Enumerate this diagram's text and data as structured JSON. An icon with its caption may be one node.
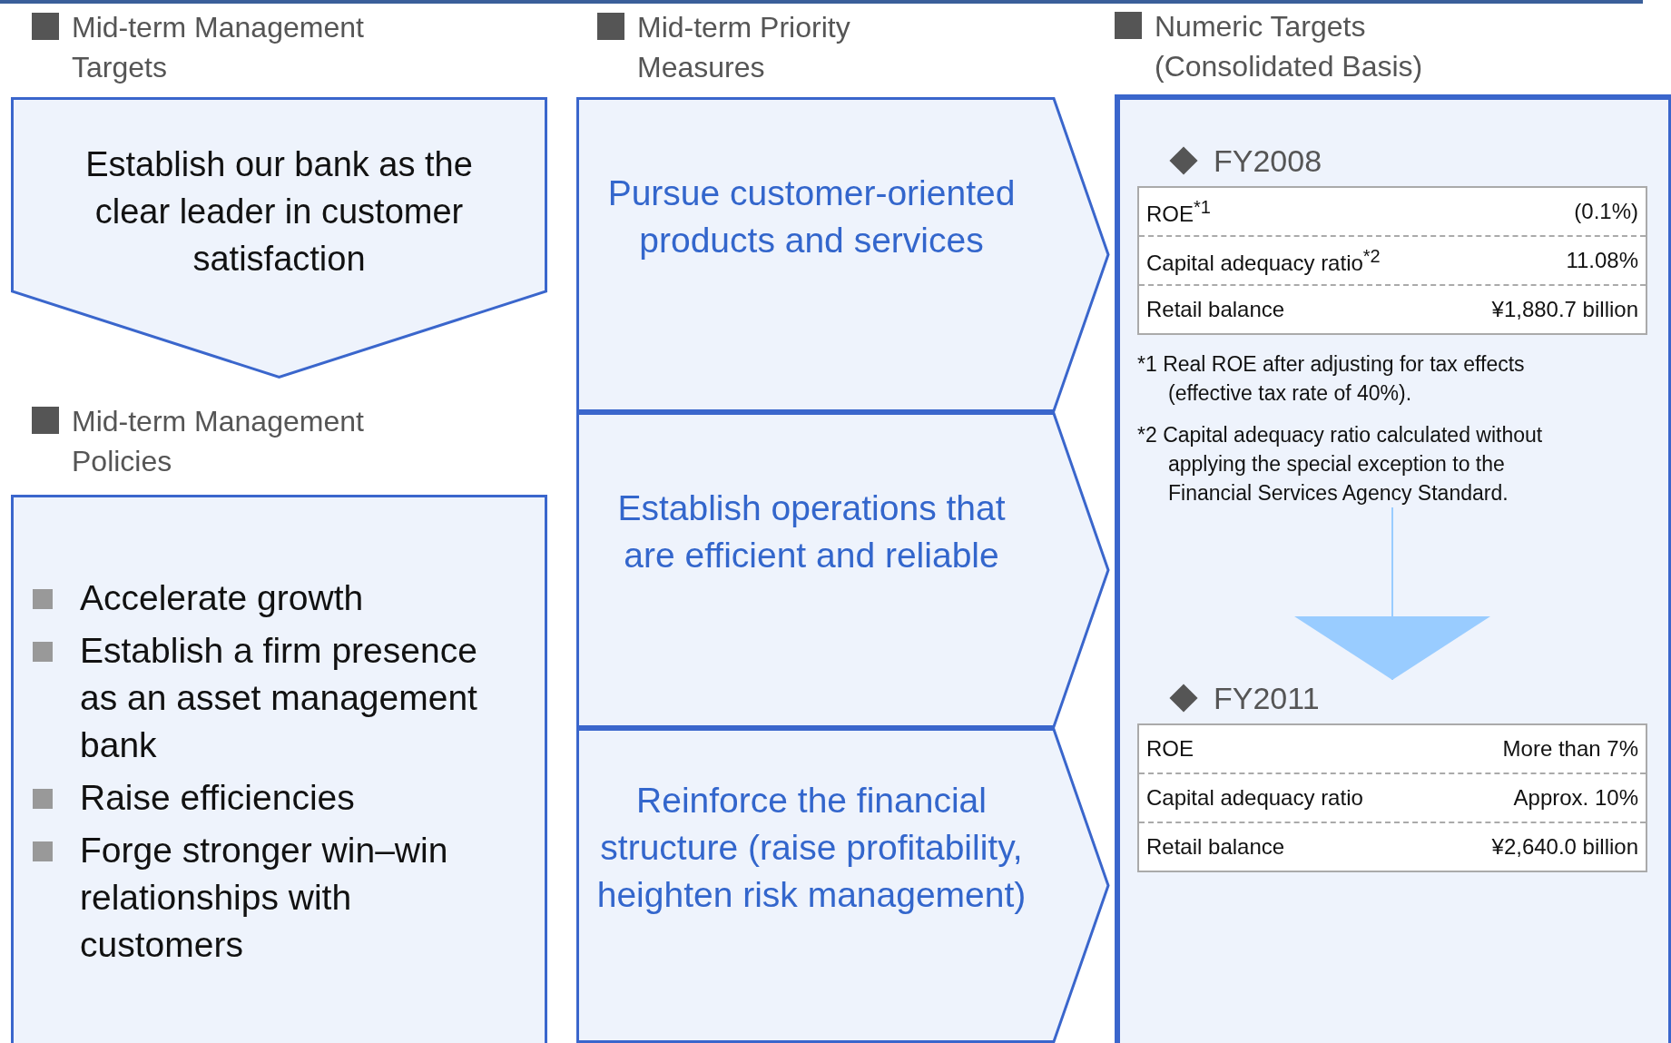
{
  "diagram": {
    "nodes": [
      {
        "text": [
          "Establish our bank as the clear leader in customer satisfaction"
        ],
        "beside": [
          "Mid-term Management Targets"
        ]
      },
      {
        "beside": [
          "Mid-term Management Policies"
        ],
        "text": [
          "Accelerate growth",
          "Establish a firm presence as an asset management bank",
          "Raise efficiencies",
          "Forge stronger win–win relationships with customers"
        ]
      },
      {
        "text": [
          "Pursue customer-oriented products and services"
        ],
        "beside": [
          "Mid-term Priority Measures"
        ]
      },
      {
        "text": [
          "Establish operations that are efficient and reliable"
        ]
      },
      {
        "text": [
          "Reinforce the financial structure (raise profitability, heighten risk management)"
        ]
      },
      {
        "text": [
          "Numeric Targets (Consolidated Basis)"
        ]
      },
      {
        "text": [
          "FY2008",
          "*1 Real ROE after adjusting for tax effects (effective tax rate of 40%).",
          "*2 Capital adequacy ratio calculated without applying the special exception to the Financial Services Agency Standard."
        ],
        "in": 5
      },
      {
        "text": [
          "FY2011"
        ],
        "in": 5
      }
    ],
    "edges": [
      {
        "from": 6,
        "to": 7,
        "arrow": "to"
      }
    ],
    "labels": [
      "ROE$^{*1}$",
      "(0.1%)",
      "Capital adequacy ratio$^{*2}$",
      "11.08%",
      "Retail balance",
      "¥1,880.7 billion",
      "ROE",
      "More than 7%",
      "Capital adequacy ratio",
      "Approx. 10%",
      "Retail balance",
      "¥2,640.0 billion"
    ]
  }
}
